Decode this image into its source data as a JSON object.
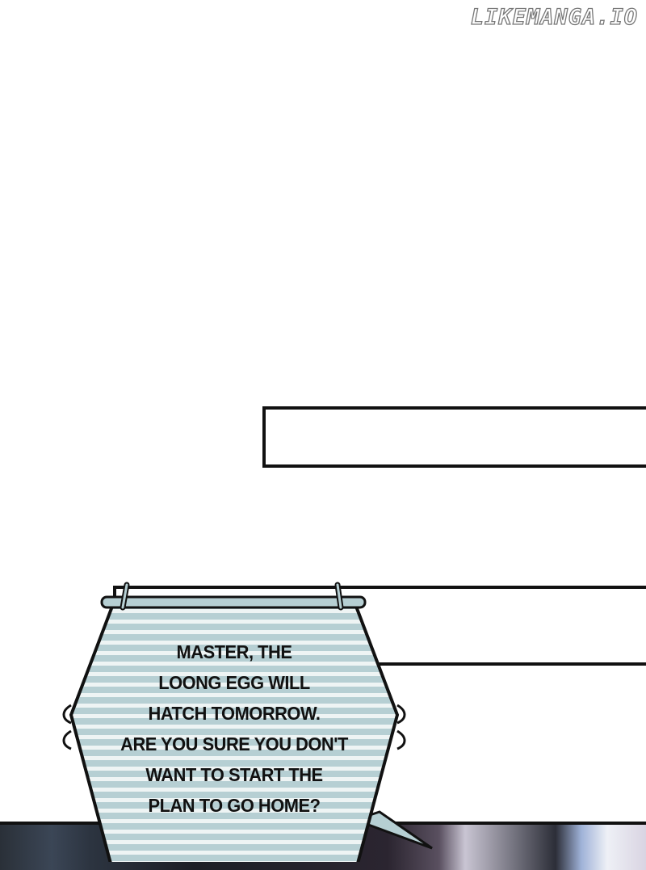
{
  "watermark": "LIKEMANGA.IO",
  "speech_bubble": {
    "lines": [
      "MASTER, THE",
      "LOONG EGG WILL",
      "HATCH TOMORROW.",
      "ARE YOU SURE YOU DON'T",
      "WANT TO START THE",
      "PLAN TO GO HOME?"
    ],
    "fill_color": "#b6cfd3",
    "stripe_color": "#eef4f4"
  }
}
